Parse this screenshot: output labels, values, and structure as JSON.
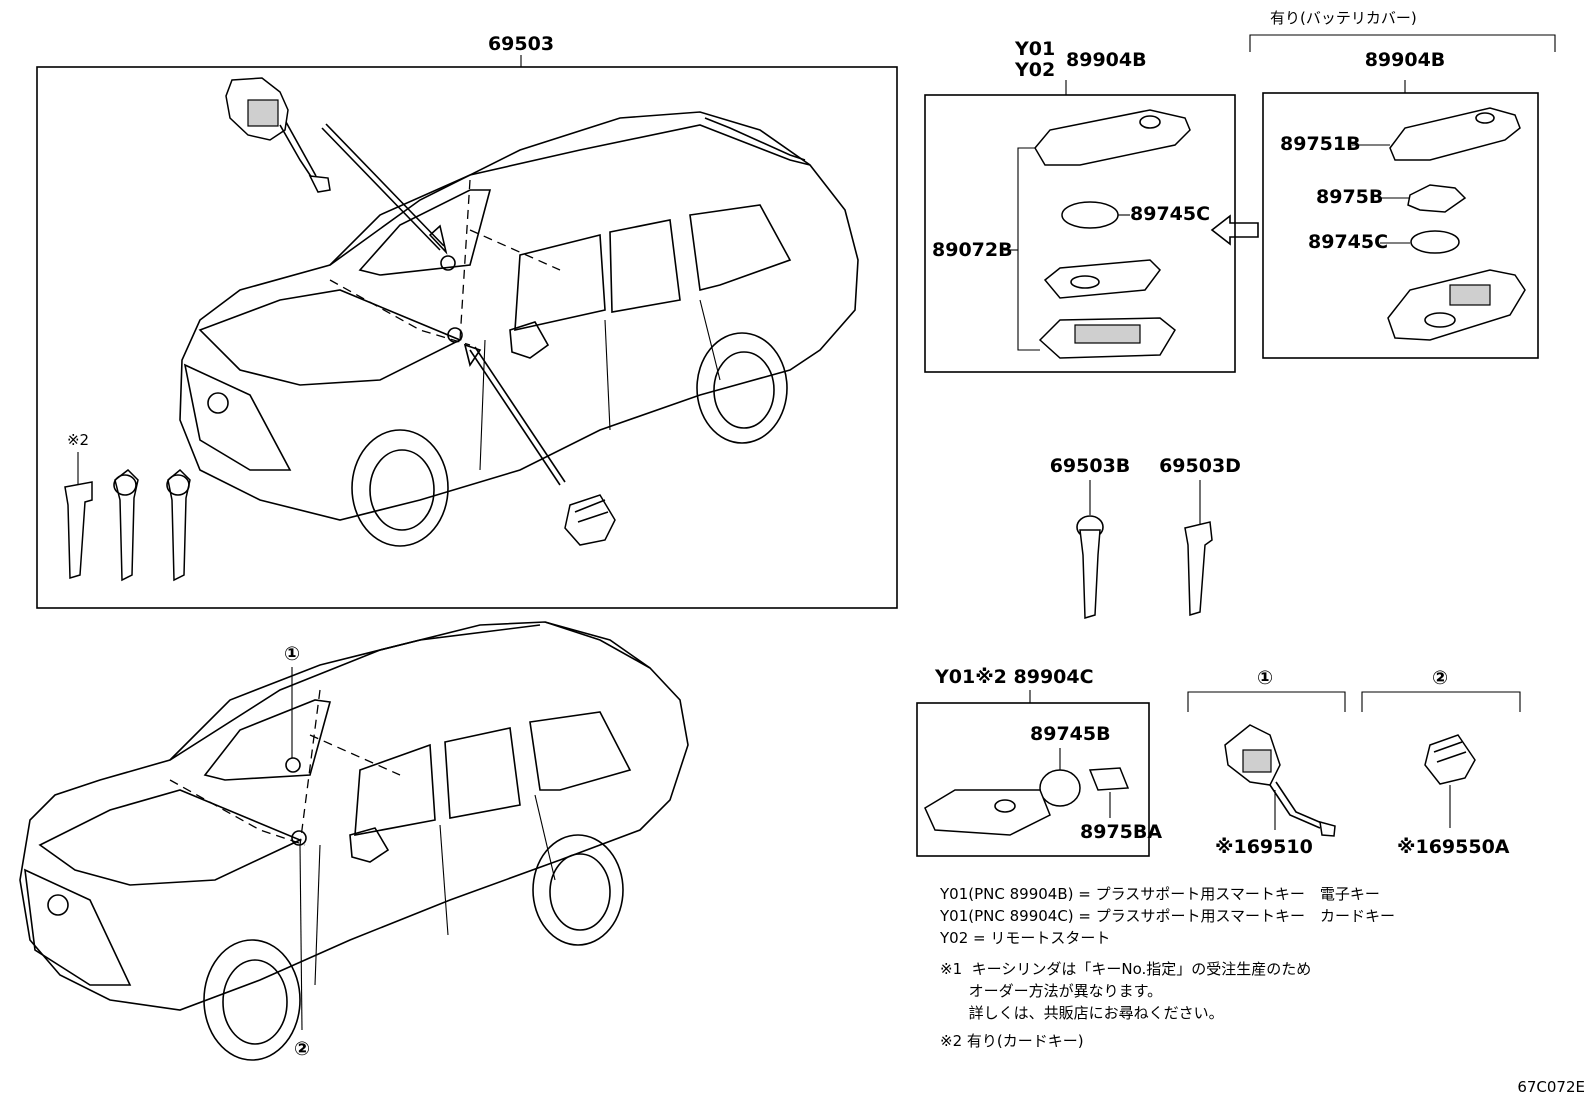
{
  "labels": {
    "assy_main": "69503",
    "y01_y02_group": "Y01\nY02",
    "key_right_header": "89904B",
    "key_left_header": "89904B",
    "battery_cover_note": "有り(バッテリカバー)",
    "p89751B": "89751B",
    "p8975B": "8975B",
    "p89745C_right": "89745C",
    "p89745C_left": "89745C",
    "p89072B": "89072B",
    "p69503B": "69503B",
    "p69503D": "69503D",
    "card_key_header": "Y01※2 89904C",
    "p89745B": "89745B",
    "p8975BA": "8975BA",
    "ref1": "①",
    "ref2": "②",
    "p69510": "※169510",
    "p69550A": "※169550A",
    "mark2": "※2",
    "car_ref1": "①",
    "car_ref2": "②",
    "diagram_code": "67C072E"
  },
  "notes": {
    "line1": "Y01(PNC 89904B) = プラスサポート用スマートキー　電子キー",
    "line2": "Y01(PNC 89904C) = プラスサポート用スマートキー　カードキー",
    "line3": "Y02 = リモートスタート",
    "line4": "※1  キーシリンダは「キーNo.指定」の受注生産のため",
    "line5": "      オーダー方法が異なります。",
    "line6": "      詳しくは、共販店にお尋ねください。",
    "line7": "※2 有り(カードキー)"
  },
  "icons": [
    "key-cylinder-icon",
    "smart-key-icon",
    "battery-icon",
    "card-key-icon",
    "mechanical-key-icon",
    "vehicle-icon",
    "arrow-left-icon"
  ]
}
